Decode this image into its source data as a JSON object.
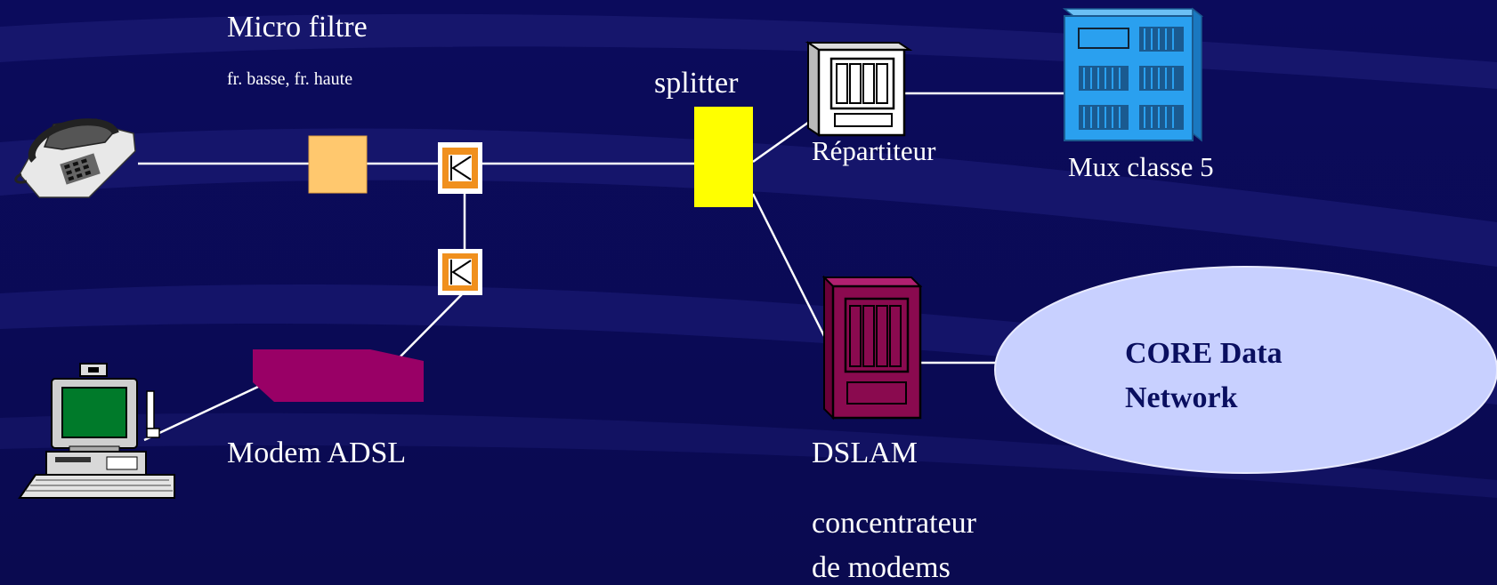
{
  "labels": {
    "micro_filtre": "Micro filtre",
    "micro_filtre_sub": "fr. basse, fr. haute",
    "splitter": "splitter",
    "repartiteur": "Répartiteur",
    "mux": "Mux classe 5",
    "modem": "Modem ADSL",
    "dslam": "DSLAM",
    "concentrateur_line1": "concentrateur",
    "concentrateur_line2": "de modems",
    "core_line1": "CORE Data",
    "core_line2": "Network"
  },
  "icons": {
    "telephone": "telephone-icon",
    "computer": "computer-icon",
    "repartiteur": "distribution-frame-icon",
    "mux": "switch-rack-icon",
    "dslam": "dslam-rack-icon",
    "filter": "filter-triangle-icon"
  },
  "colors": {
    "background": "#0b0b58",
    "line": "#ffffff",
    "micro_filter": "#ffc86e",
    "splitter": "#ffff00",
    "filter_box": "#f0901e",
    "modem": "#990066",
    "dslam": "#8a0a4f",
    "mux": "#2aa0ef",
    "core_cloud": "#c8d0ff",
    "core_text": "#0a0f60"
  }
}
